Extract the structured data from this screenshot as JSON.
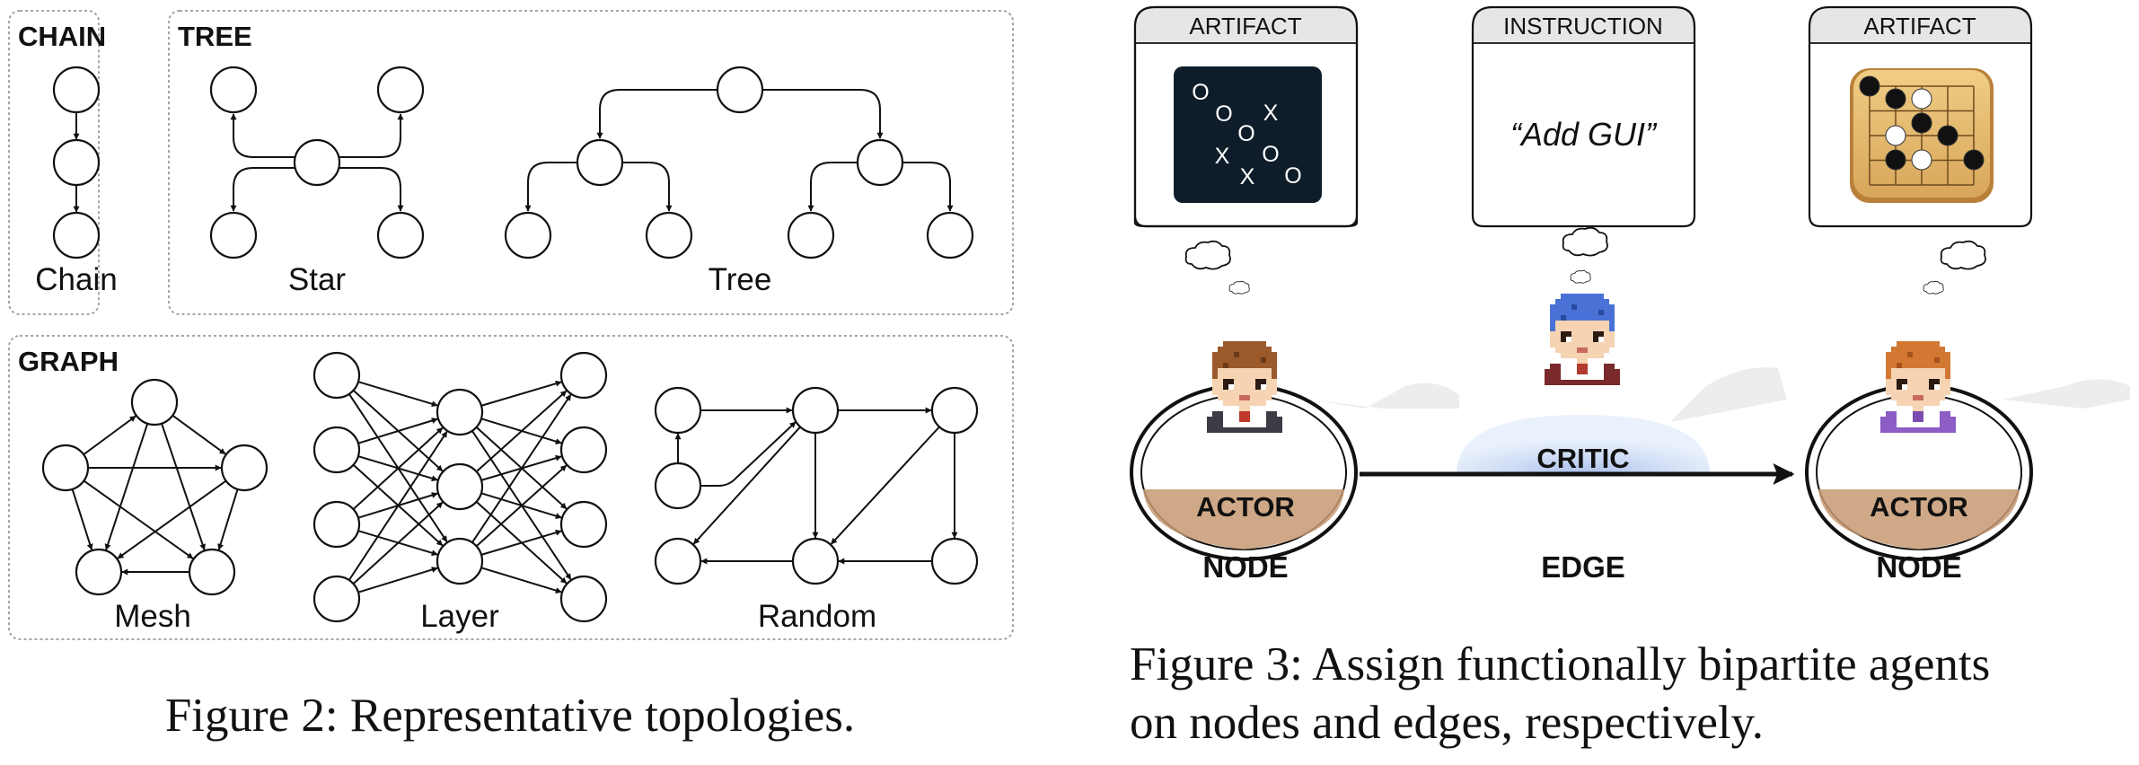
{
  "figure2": {
    "sections": {
      "chain": {
        "heading": "CHAIN",
        "topologies": {
          "chain": "Chain"
        }
      },
      "tree": {
        "heading": "TREE",
        "topologies": {
          "star": "Star",
          "tree": "Tree"
        }
      },
      "graph": {
        "heading": "GRAPH",
        "topologies": {
          "mesh": "Mesh",
          "layer": "Layer",
          "random": "Random"
        }
      }
    },
    "caption": "Figure 2: Representative topologies."
  },
  "figure3": {
    "cards": [
      {
        "header": "ARTIFACT",
        "content_icon": "tic-tac-toe-board-icon",
        "board_marks": [
          "O",
          "O",
          "X",
          "O",
          "X",
          "O",
          "X",
          "O"
        ]
      },
      {
        "header": "INSTRUCTION",
        "text": "“Add GUI”"
      },
      {
        "header": "ARTIFACT",
        "content_icon": "go-board-icon"
      }
    ],
    "agents": {
      "left_actor": {
        "role": "ACTOR",
        "label": "NODE",
        "icon": "brown-haired-pixel-character-icon"
      },
      "critic": {
        "role": "CRITIC",
        "label": "EDGE",
        "icon": "blue-haired-pixel-character-icon"
      },
      "right_actor": {
        "role": "ACTOR",
        "label": "NODE",
        "icon": "orange-haired-pixel-character-icon"
      }
    },
    "thought_bubble_icon": "thought-cloud-icon",
    "edge_arrow_icon": "right-arrow-icon",
    "caption_lines": [
      "Figure 3: Assign functionally bipartite agents",
      "on nodes and edges, respectively."
    ]
  },
  "colors": {
    "stroke": "#111111",
    "panel_border": "#9a9a9a",
    "card_header_bg": "#e6e6e6",
    "artifact_dark": "#0f1d2a",
    "go_board": "#e2b565",
    "critic_glow": "#9db5e8",
    "table_brown": "#c79a72"
  }
}
